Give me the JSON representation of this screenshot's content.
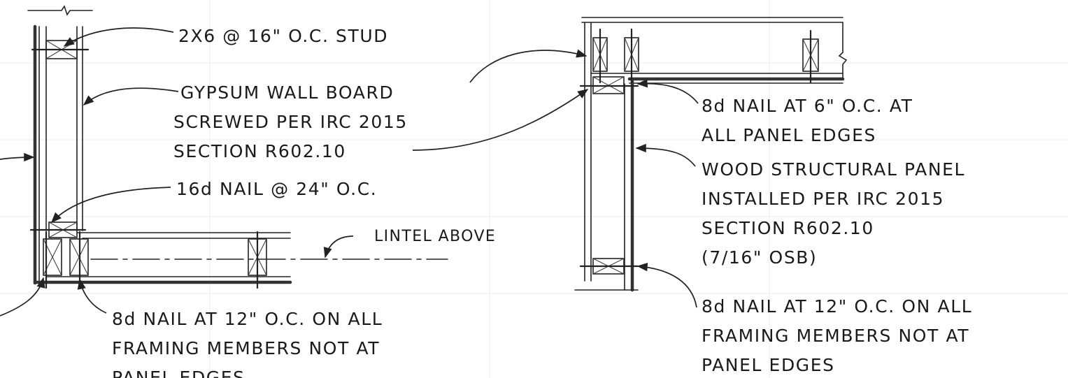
{
  "left_detail": {
    "stud_note": "2X6 @ 16\" O.C. STUD",
    "gyp_note": [
      "GYPSUM WALL BOARD",
      "SCREWED PER IRC 2015",
      "SECTION R602.10"
    ],
    "nail16_note": "16d NAIL @ 24\" O.C.",
    "lintel_note": "LINTEL ABOVE",
    "nail12_note": [
      "8d NAIL AT 12\" O.C. ON ALL",
      "FRAMING MEMBERS NOT AT",
      "PANEL EDGES"
    ]
  },
  "right_detail": {
    "nail6_note": [
      "8d NAIL AT 6\" O.C. AT",
      "ALL PANEL EDGES"
    ],
    "panel_note": [
      "WOOD STRUCTURAL PANEL",
      "INSTALLED PER IRC 2015",
      "SECTION R602.10",
      "(7/16\" OSB)"
    ],
    "nail12_note": [
      "8d NAIL AT 12\" O.C. ON ALL",
      "FRAMING MEMBERS NOT AT",
      "PANEL EDGES"
    ]
  }
}
